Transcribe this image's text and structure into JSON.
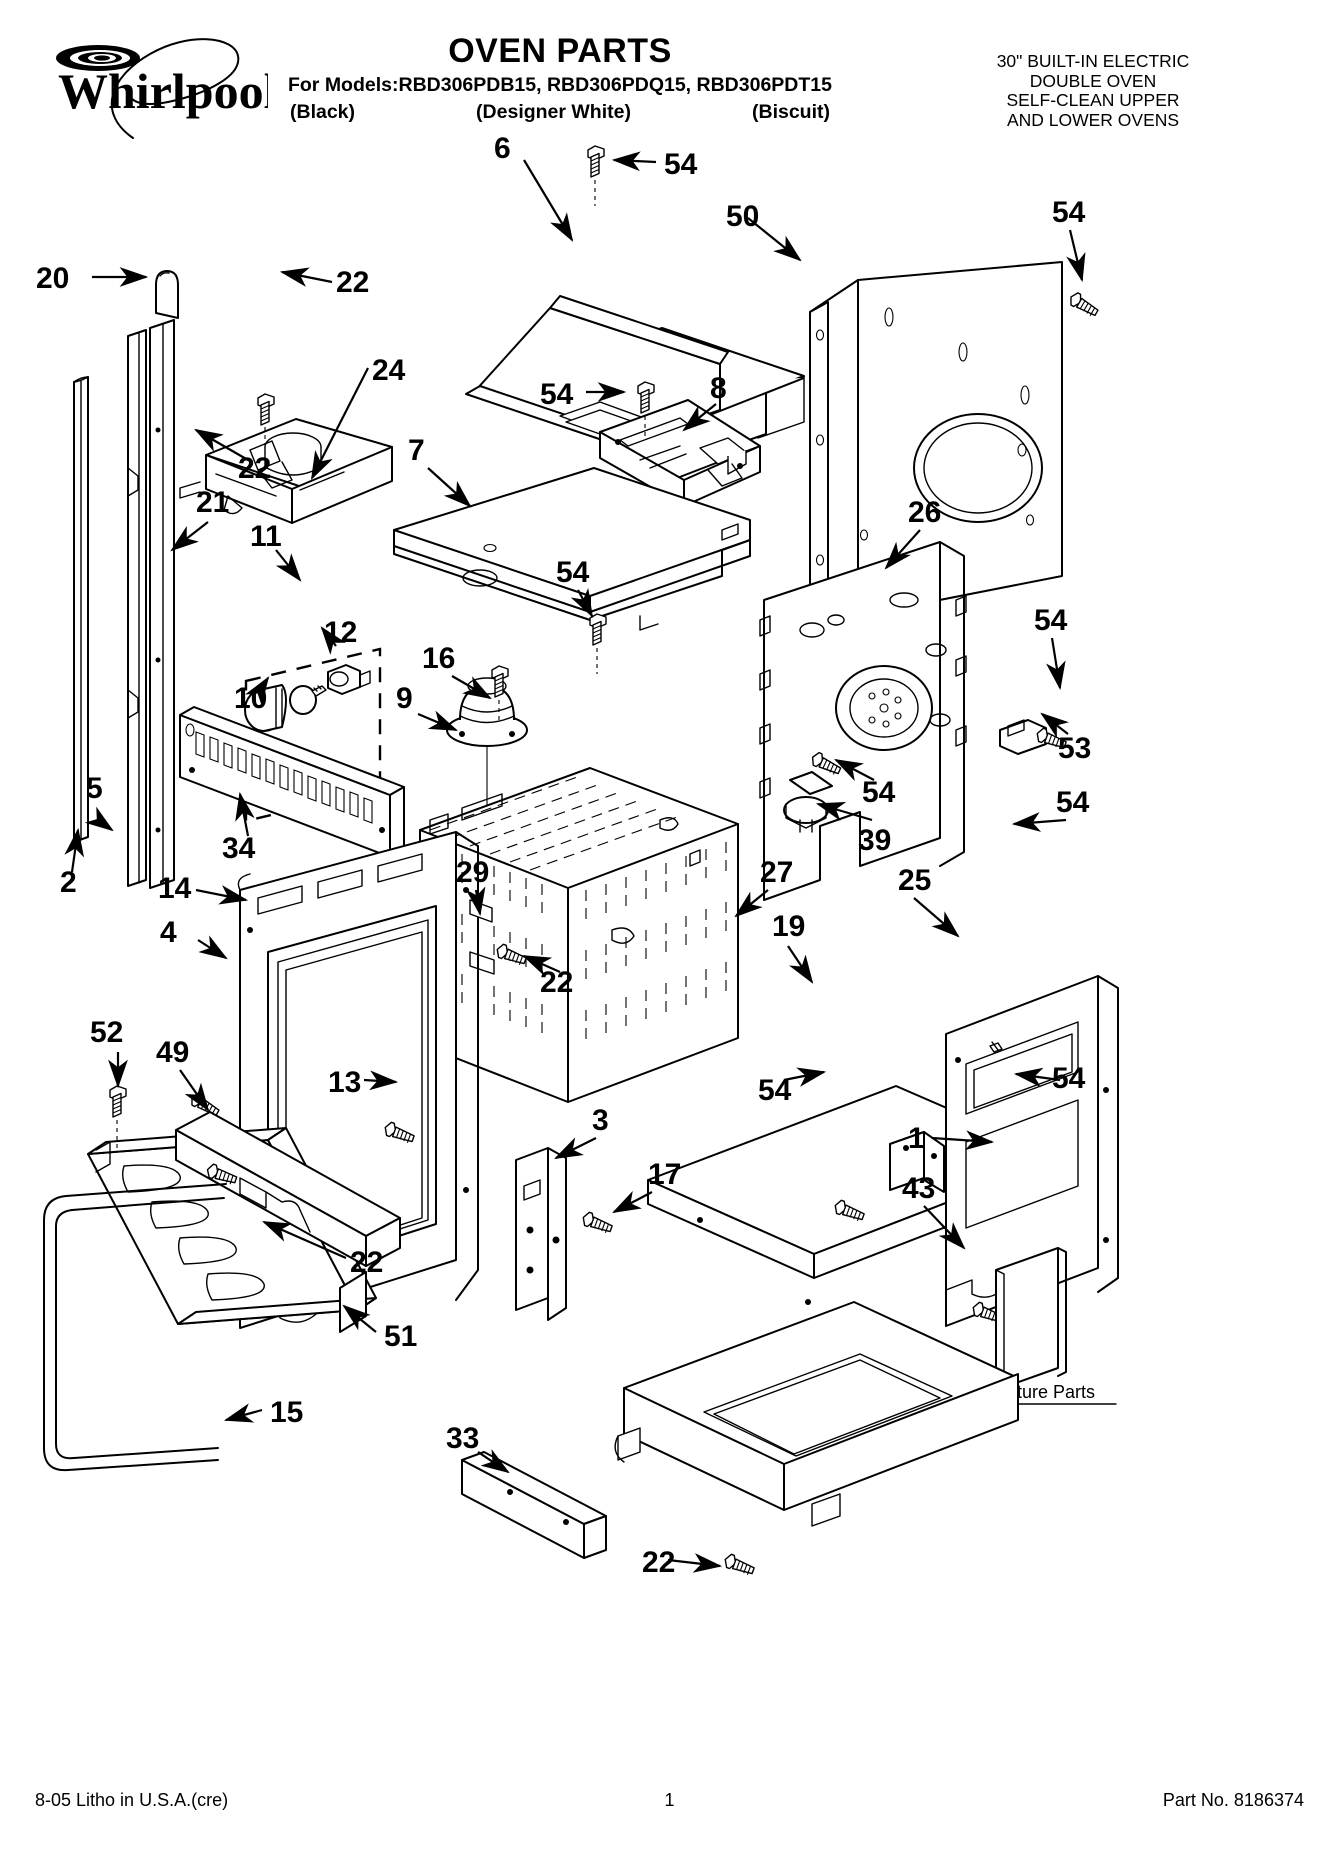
{
  "header": {
    "brand": "Whirlpool",
    "title": "OVEN PARTS",
    "models_line": "For Models:RBD306PDB15, RBD306PDQ15, RBD306PDT15",
    "color_black": "(Black)",
    "color_white": "(Designer White)",
    "color_biscuit": "(Biscuit)",
    "spec_line1": "30\" BUILT-IN ELECTRIC",
    "spec_line2": "DOUBLE OVEN",
    "spec_line3": "SELF-CLEAN UPPER",
    "spec_line4": "AND LOWER OVENS"
  },
  "footer": {
    "left": "8-05 Litho in U.S.A.(cre)",
    "page": "1",
    "right": "Part No. 8186374"
  },
  "diagram": {
    "literature_label": "Literature Parts",
    "callouts": [
      {
        "id": "c20",
        "label": "20"
      },
      {
        "id": "c22a",
        "label": "22"
      },
      {
        "id": "c24",
        "label": "24"
      },
      {
        "id": "c22b",
        "label": "22"
      },
      {
        "id": "c21",
        "label": "21"
      },
      {
        "id": "c11",
        "label": "11"
      },
      {
        "id": "c12",
        "label": "12"
      },
      {
        "id": "c10",
        "label": "10"
      },
      {
        "id": "c5",
        "label": "5"
      },
      {
        "id": "c2",
        "label": "2"
      },
      {
        "id": "c34",
        "label": "34"
      },
      {
        "id": "c14",
        "label": "14"
      },
      {
        "id": "c4",
        "label": "4"
      },
      {
        "id": "c13",
        "label": "13"
      },
      {
        "id": "c52",
        "label": "52"
      },
      {
        "id": "c49",
        "label": "49"
      },
      {
        "id": "c22c",
        "label": "22"
      },
      {
        "id": "c51",
        "label": "51"
      },
      {
        "id": "c15",
        "label": "15"
      },
      {
        "id": "c6",
        "label": "6"
      },
      {
        "id": "c54a",
        "label": "54"
      },
      {
        "id": "c54b",
        "label": "54"
      },
      {
        "id": "c8",
        "label": "8"
      },
      {
        "id": "c7",
        "label": "7"
      },
      {
        "id": "c54c",
        "label": "54"
      },
      {
        "id": "c16",
        "label": "16"
      },
      {
        "id": "c9",
        "label": "9"
      },
      {
        "id": "c29",
        "label": "29"
      },
      {
        "id": "c22d",
        "label": "22"
      },
      {
        "id": "c27",
        "label": "27"
      },
      {
        "id": "c3",
        "label": "3"
      },
      {
        "id": "c17",
        "label": "17"
      },
      {
        "id": "c33",
        "label": "33"
      },
      {
        "id": "c22e",
        "label": "22"
      },
      {
        "id": "c50",
        "label": "50"
      },
      {
        "id": "c54d",
        "label": "54"
      },
      {
        "id": "c26",
        "label": "26"
      },
      {
        "id": "c54e",
        "label": "54"
      },
      {
        "id": "c53",
        "label": "53"
      },
      {
        "id": "c54f",
        "label": "54"
      },
      {
        "id": "c39",
        "label": "39"
      },
      {
        "id": "c54g",
        "label": "54"
      },
      {
        "id": "c25",
        "label": "25"
      },
      {
        "id": "c54h",
        "label": "54"
      },
      {
        "id": "c19",
        "label": "19"
      },
      {
        "id": "c54i",
        "label": "54"
      },
      {
        "id": "c1",
        "label": "1"
      },
      {
        "id": "c43",
        "label": "43"
      }
    ]
  }
}
